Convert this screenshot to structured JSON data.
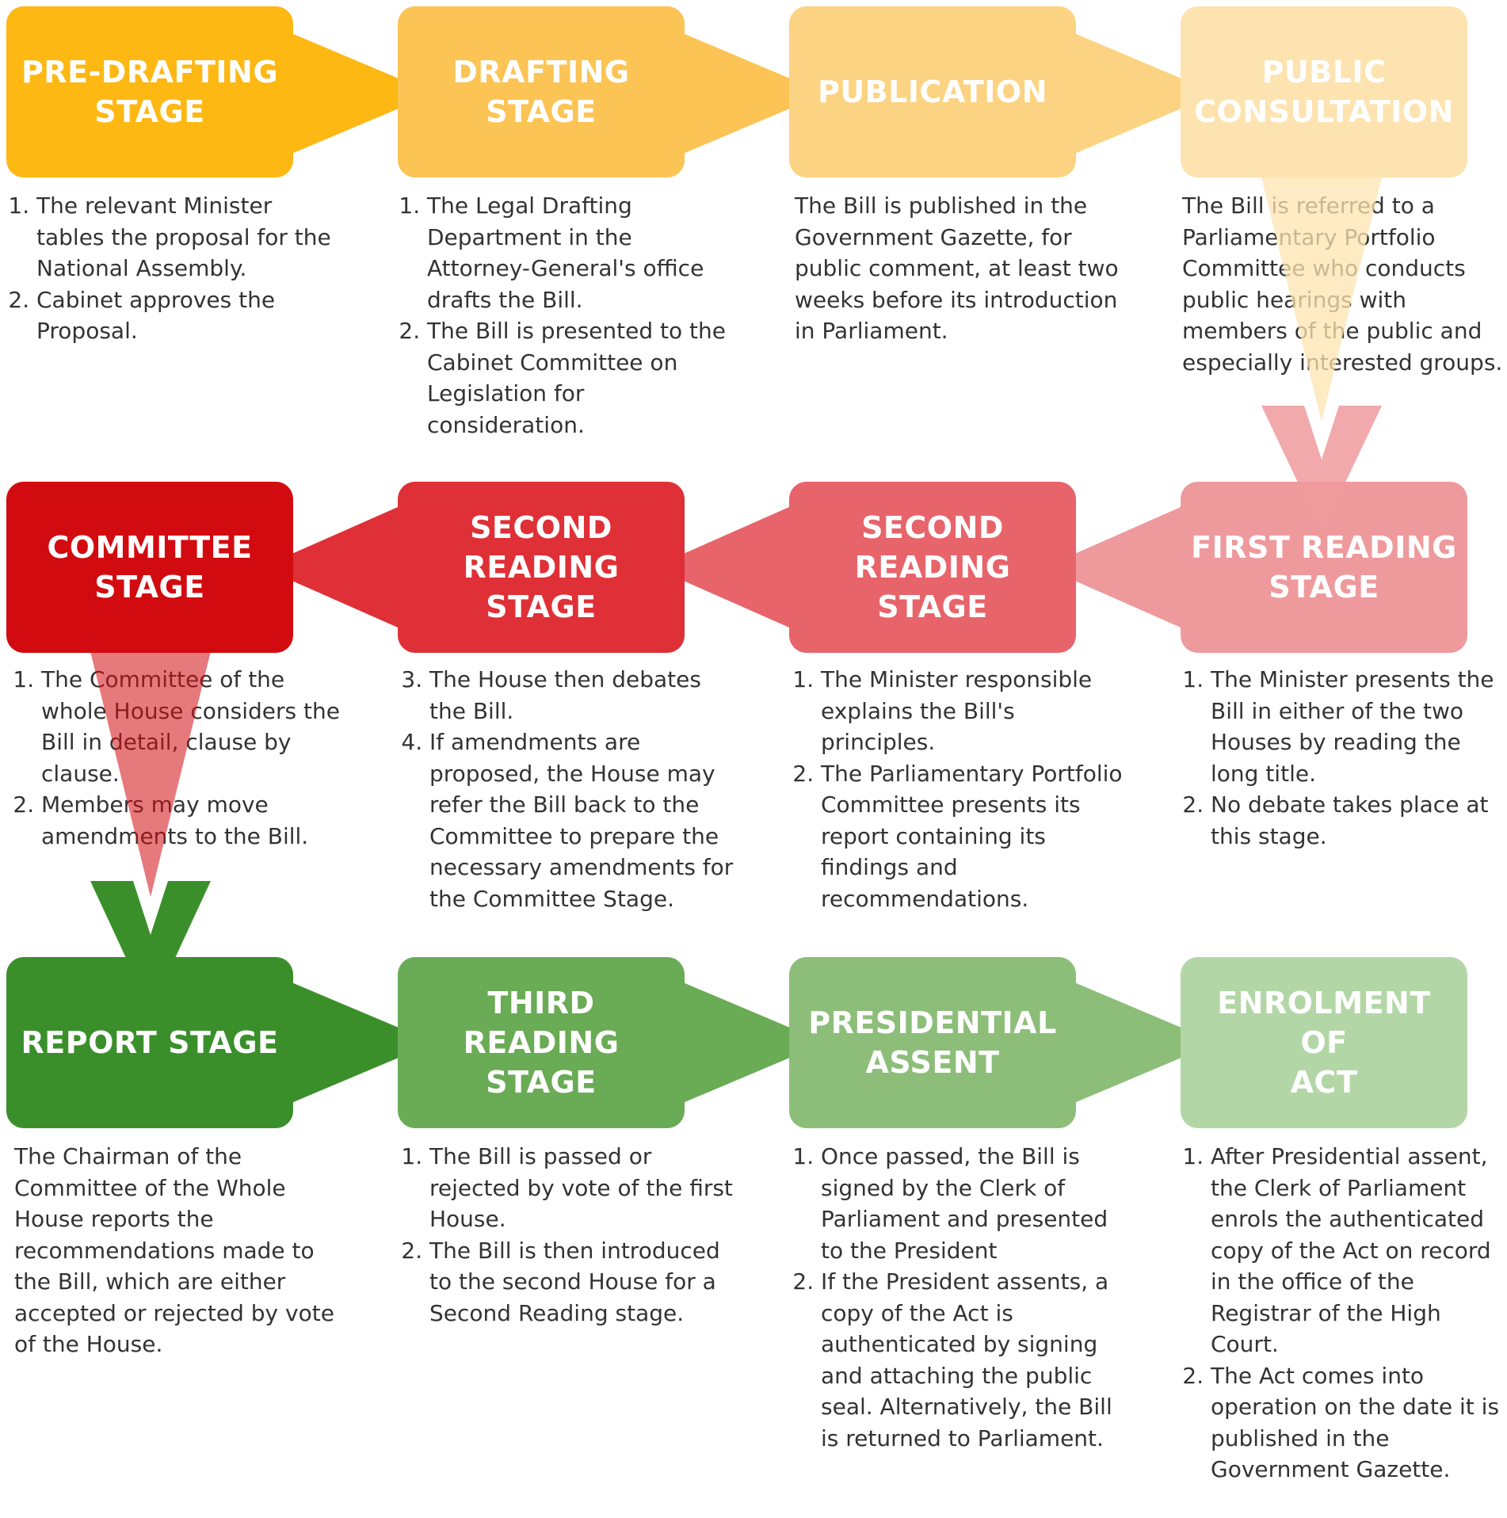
{
  "colors": {
    "s1": "#FDB813",
    "s2": "#FBC455",
    "s3": "#FCD382",
    "s4": "#FDE3AF",
    "s5": "#D20B10",
    "s6": "#DE3036",
    "s7": "#E7646A",
    "s8": "#EE9A9D",
    "s9": "#3A8F2A",
    "s10": "#6AAB55",
    "s11": "#8CBE79",
    "s12": "#B3D6A6",
    "text": "#333333"
  },
  "stages": [
    {
      "title": "PRE-DRAFTING\nSTAGE",
      "list": [
        "The relevant Minister tables the proposal for the National Assembly.",
        "Cabinet approves the Proposal."
      ]
    },
    {
      "title": "DRAFTING\nSTAGE",
      "list": [
        "The Legal Drafting Department in the Attorney-General's office drafts the Bill.",
        "The Bill is presented to the Cabinet Committee on Legislation for consideration."
      ]
    },
    {
      "title": "PUBLICATION",
      "text": "The Bill is published in the Government Gazette, for public comment, at least two weeks before its introduction in Parliament."
    },
    {
      "title": "PUBLIC\nCONSULTATION",
      "text": "The Bill is referred to a Parliamentary Portfolio Committee who conducts public hearings with members of the public and especially interested groups."
    },
    {
      "title": "FIRST READING\nSTAGE",
      "list": [
        "The Minister presents the Bill in either of the two Houses by reading the long title.",
        "No debate takes place at this stage."
      ]
    },
    {
      "title": "SECOND\nREADING STAGE",
      "list": [
        "The Minister responsible explains the Bill's principles.",
        "The Parliamentary Portfolio Committee presents its report containing its findings and recommendations."
      ]
    },
    {
      "title": "SECOND\nREADING STAGE",
      "list_start": 3,
      "list": [
        "The House then debates the Bill.",
        "If amendments are proposed, the House may refer the Bill back to the Committee to prepare the necessary amendments for the Committee Stage."
      ]
    },
    {
      "title": "COMMITTEE\nSTAGE",
      "list": [
        "The Committee of the whole House considers the Bill in detail, clause by clause.",
        "Members may move amendments to the Bill."
      ]
    },
    {
      "title": "REPORT STAGE",
      "text": "The Chairman of the Committee of the Whole House reports the recommendations made to the Bill, which are either accepted or rejected by vote of the House."
    },
    {
      "title": "THIRD READING\nSTAGE",
      "list": [
        "The Bill is passed or rejected by vote of the first House.",
        "The Bill is then introduced to the second House for a Second Reading stage."
      ]
    },
    {
      "title": "PRESIDENTIAL\nASSENT",
      "list": [
        "Once passed, the Bill is signed by the Clerk of Parliament and presented to the President",
        "If the President assents, a copy of the Act is authenticated by signing and attaching the public seal. Alternatively, the Bill is returned to Parliament."
      ]
    },
    {
      "title": "ENROLMENT OF\nACT",
      "list": [
        "After Presidential assent, the Clerk of Parliament enrols the authenticated copy of the Act on record in the office of the Registrar of the High Court.",
        "The Act comes into operation on the date it is published in the Government Gazette."
      ]
    }
  ]
}
